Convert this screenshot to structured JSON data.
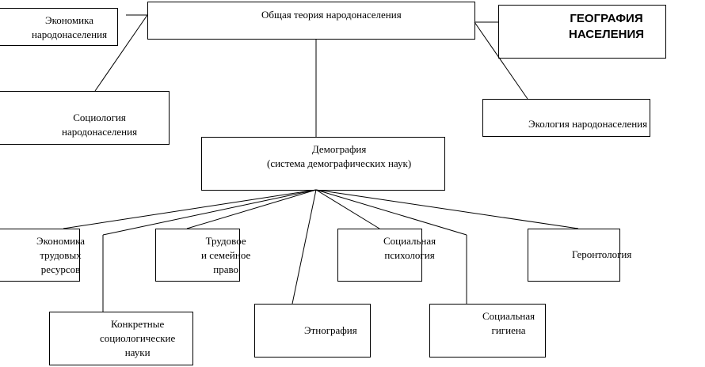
{
  "nodes": {
    "general_theory": {
      "lines": [
        "Общая теория народонаселения"
      ]
    },
    "economics_pop": {
      "lines": [
        "Экономика",
        "народонаселения"
      ]
    },
    "geography_pop": {
      "lines": [
        "ГЕОГРАФИЯ",
        "НАСЕЛЕНИЯ"
      ]
    },
    "sociology_pop": {
      "lines": [
        "Социология",
        "народонаселения"
      ]
    },
    "ecology_pop": {
      "lines": [
        "Экология народонаселения"
      ]
    },
    "demography": {
      "lines": [
        "Демография",
        "(система демографических наук)"
      ]
    },
    "labor_econ": {
      "lines": [
        "Экономика",
        "трудовых",
        "ресурсов"
      ]
    },
    "labor_law": {
      "lines": [
        "Трудовое",
        "и семейное",
        "право"
      ]
    },
    "social_psych": {
      "lines": [
        "Социальная",
        "психология"
      ]
    },
    "gerontology": {
      "lines": [
        "Геронтология"
      ]
    },
    "concrete_soc": {
      "lines": [
        "Конкретные",
        "социологические",
        "науки"
      ]
    },
    "ethnography": {
      "lines": [
        "Этнография"
      ]
    },
    "social_hygiene": {
      "lines": [
        "Социальная",
        "гигиена"
      ]
    }
  }
}
